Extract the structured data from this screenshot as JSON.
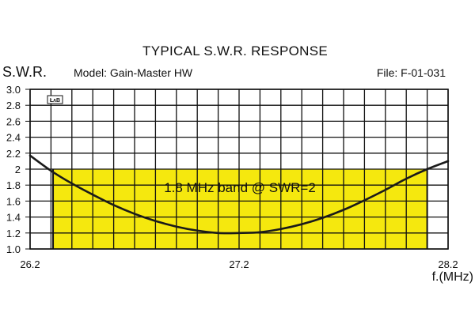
{
  "chart_data": {
    "type": "line",
    "title": "TYPICAL S.W.R. RESPONSE",
    "ylabel": "S.W.R.",
    "xlabel": "f.(MHz)",
    "model_text": "Model:  Gain-Master HW",
    "file_text": "File:  F-01-031",
    "logo_text": "ŁᴧB",
    "xlim": [
      26.2,
      28.2
    ],
    "ylim": [
      1.0,
      3.0
    ],
    "x_ticks": [
      26.2,
      27.2,
      28.2
    ],
    "x_tick_labels": [
      "26.2",
      "27.2",
      "28.2"
    ],
    "y_ticks": [
      1.0,
      1.2,
      1.4,
      1.6,
      1.8,
      2.0,
      2.2,
      2.4,
      2.6,
      2.8,
      3.0
    ],
    "y_tick_labels": [
      "1.0",
      "1.2",
      "1.4",
      "1.6",
      "1.8",
      2.0,
      "2.2",
      "2.4",
      "2.6",
      "2.8",
      "3.0"
    ],
    "x_grid_step": 0.1,
    "y_grid_step": 0.2,
    "grid": true,
    "band": {
      "label": "1.8 MHz band @ SWR=2",
      "x_range": [
        26.31,
        28.1
      ],
      "y_range": [
        1.0,
        2.0
      ],
      "color": "#f5e80e"
    },
    "series": [
      {
        "color": "#1a1a1a",
        "x": [
          26.2,
          26.3,
          26.4,
          26.5,
          26.6,
          26.7,
          26.8,
          26.9,
          27.0,
          27.1,
          27.2,
          27.3,
          27.4,
          27.5,
          27.6,
          27.7,
          27.8,
          27.9,
          28.0,
          28.1,
          28.2
        ],
        "y": [
          2.17,
          1.98,
          1.82,
          1.68,
          1.55,
          1.44,
          1.35,
          1.28,
          1.23,
          1.2,
          1.2,
          1.21,
          1.25,
          1.31,
          1.39,
          1.49,
          1.61,
          1.74,
          1.88,
          2.0,
          2.1
        ]
      }
    ]
  }
}
